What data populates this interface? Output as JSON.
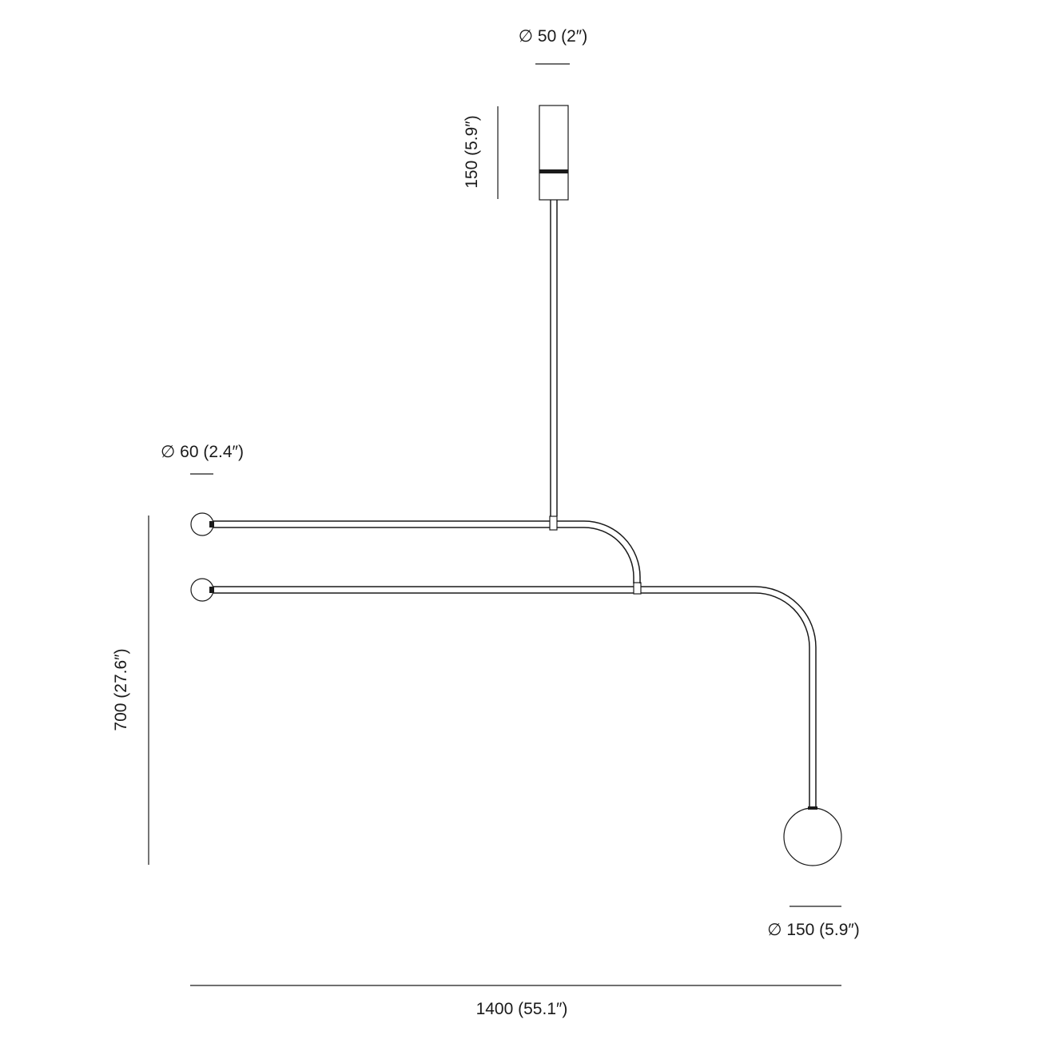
{
  "dimensions": {
    "canopy_diameter": "∅ 50 (2″)",
    "canopy_height": "150 (5.9″)",
    "small_globe_diameter": "∅ 60 (2.4″)",
    "total_height": "700 (27.6″)",
    "large_globe_diameter": "∅ 150 (5.9″)",
    "total_width": "1400 (55.1″)"
  },
  "colors": {
    "line": "#1a1a1a",
    "background": "#ffffff"
  }
}
